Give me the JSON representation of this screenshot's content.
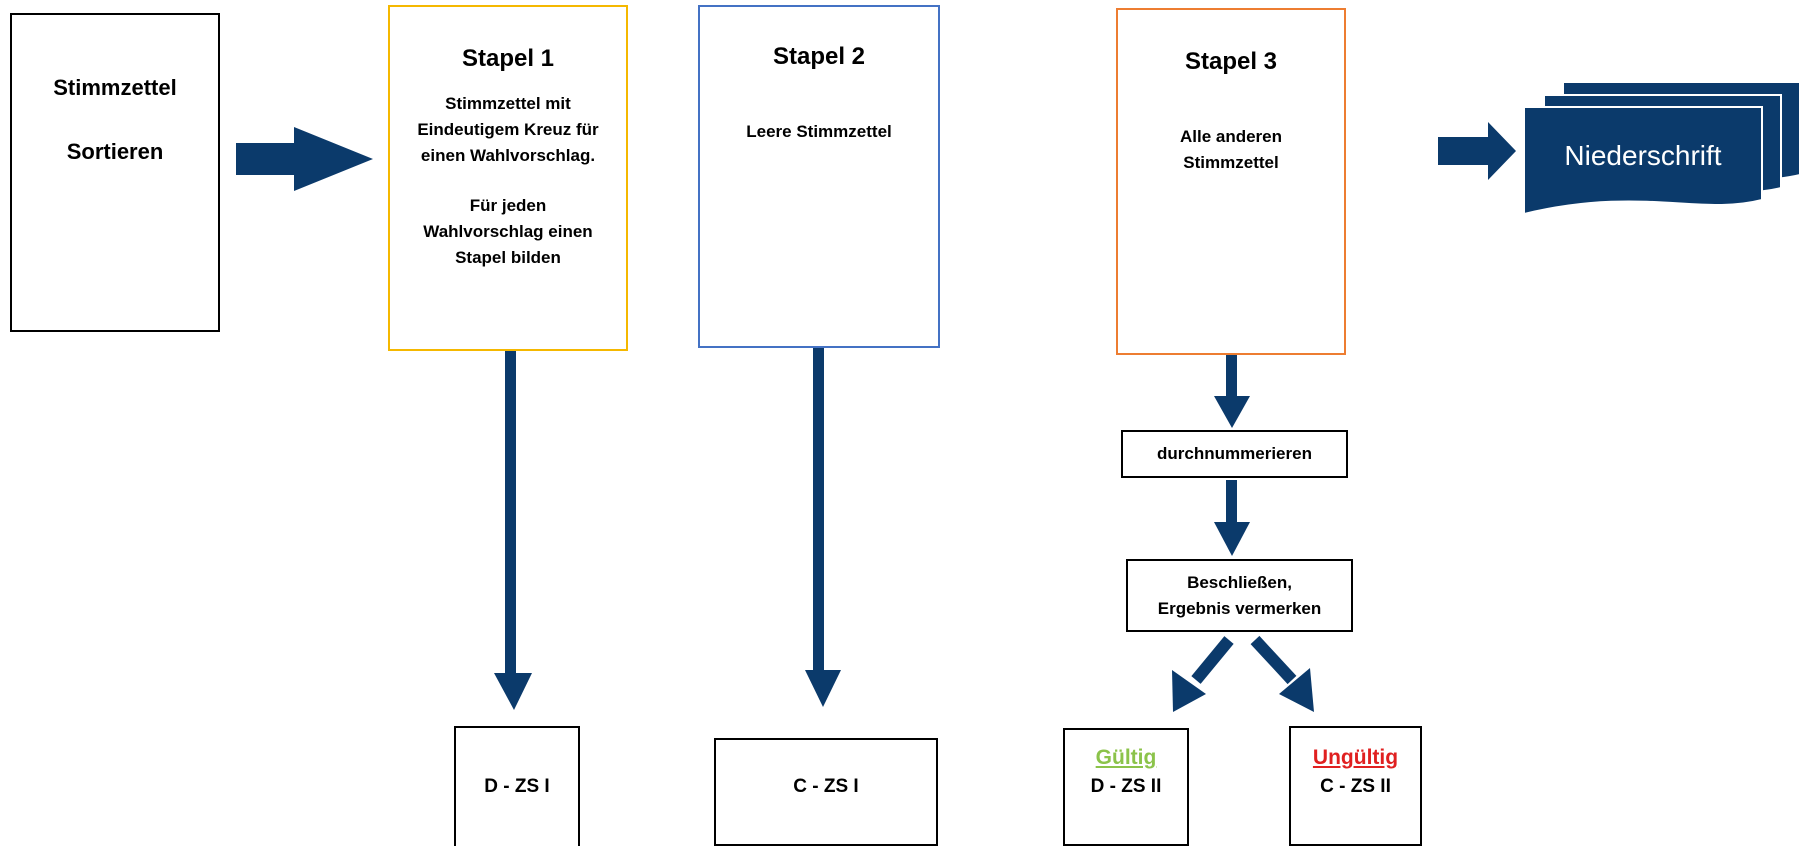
{
  "start": {
    "line1": "Stimmzettel",
    "line2": "Sortieren"
  },
  "stapel1": {
    "title": "Stapel 1",
    "text1": "Stimmzettel mit",
    "text2": "Eindeutigem Kreuz für",
    "text3": "einen Wahlvorschlag.",
    "text4": "Für jeden",
    "text5": "Wahlvorschlag einen",
    "text6": "Stapel bilden"
  },
  "stapel2": {
    "title": "Stapel 2",
    "text": "Leere Stimmzettel"
  },
  "stapel3": {
    "title": "Stapel 3",
    "text1": "Alle anderen",
    "text2": "Stimmzettel"
  },
  "step_number": "durchnummerieren",
  "step_decide": {
    "line1": "Beschließen,",
    "line2": "Ergebnis vermerken"
  },
  "result_d1": "D - ZS I",
  "result_c1": "C - ZS I",
  "valid": {
    "label": "Gültig",
    "code": "D - ZS II"
  },
  "invalid": {
    "label": "Ungültig",
    "code": "C - ZS II"
  },
  "document": "Niederschrift",
  "colors": {
    "arrow": "#0b3a6b",
    "stapel1_border": "#f5b800",
    "stapel2_border": "#4472c4",
    "stapel3_border": "#ed7d31",
    "valid": "#8bc34a",
    "invalid": "#e02020",
    "document_fill": "#0b3a6b"
  }
}
